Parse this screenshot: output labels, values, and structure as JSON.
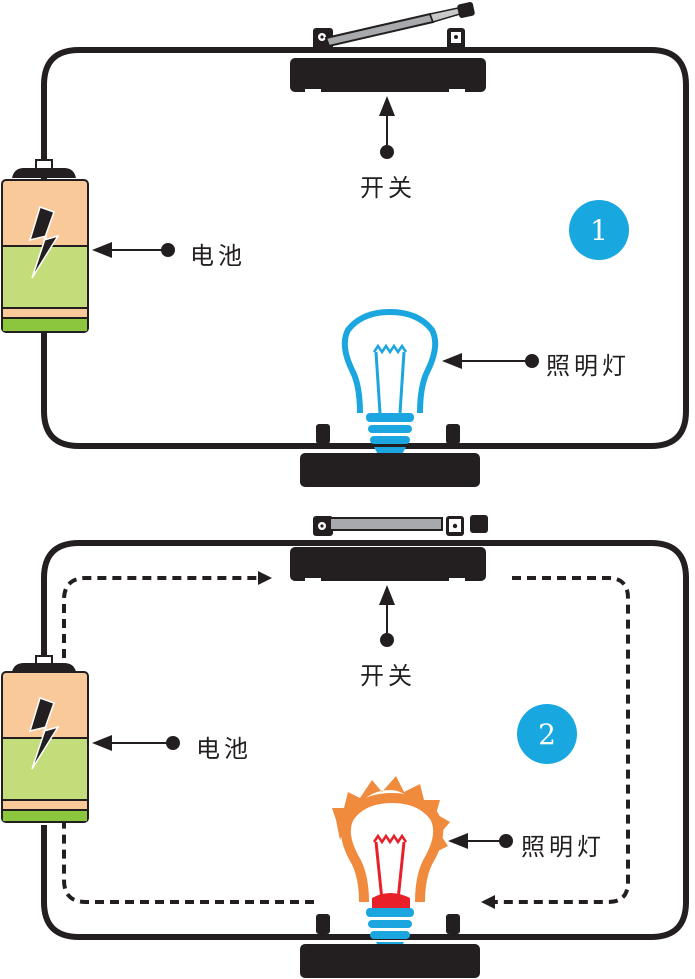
{
  "diagrams": [
    {
      "id": "circuit-open",
      "badge": "1",
      "switch_state": "open",
      "bulb_state": "off",
      "labels": {
        "switch": "开关",
        "battery": "电池",
        "lamp": "照明灯"
      }
    },
    {
      "id": "circuit-closed",
      "badge": "2",
      "switch_state": "closed",
      "bulb_state": "on",
      "current_flow_shown": true,
      "labels": {
        "switch": "开关",
        "battery": "电池",
        "lamp": "照明灯"
      }
    }
  ],
  "colors": {
    "wire": "#231f20",
    "badge": "#19a7e0",
    "bulb_off": "#1ba6e0",
    "bulb_on_glow": "#f08a3c",
    "filament_on": "#e8202a",
    "battery_top": "#f9c99a",
    "battery_bottom": "#c3dd7a",
    "battery_band": "#8cc63f"
  }
}
